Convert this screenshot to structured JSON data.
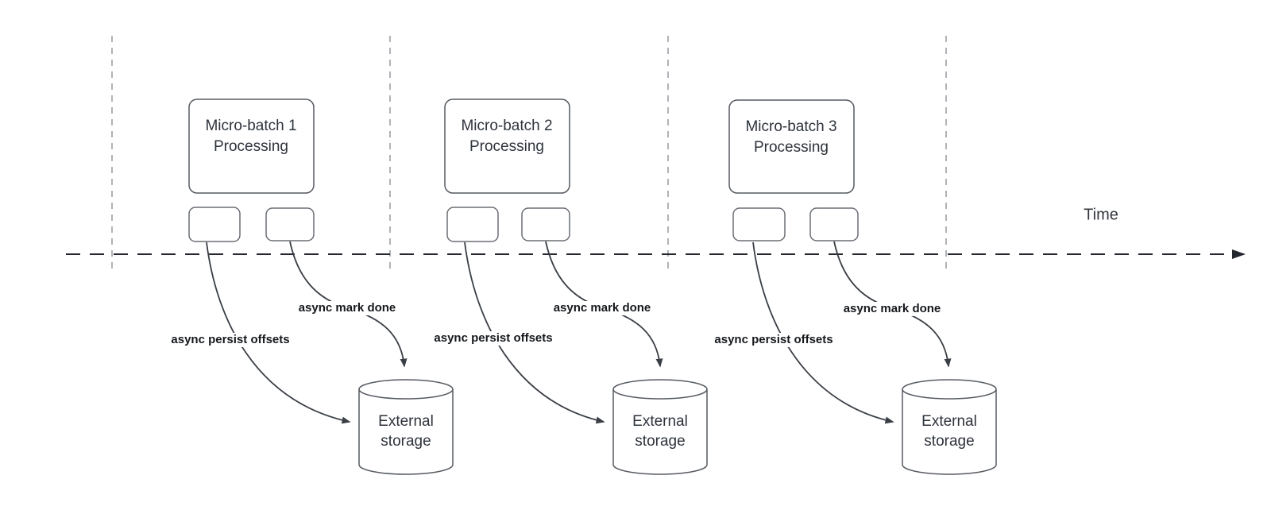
{
  "diagram": {
    "time_label": "Time",
    "colors": {
      "background": "#ffffff",
      "guide_line": "#b0b3b7",
      "axis_line": "#24282e",
      "shape_stroke": "#565b61",
      "arrow_stroke": "#3a3f46",
      "node_text": "#2e333b",
      "edge_label_text": "#15181c"
    },
    "groups": [
      {
        "title_line1": "Micro-batch 1",
        "title_line2": "Processing",
        "persist_label": "async persist offsets",
        "done_label": "async mark done",
        "storage_line1": "External",
        "storage_line2": "storage"
      },
      {
        "title_line1": "Micro-batch 2",
        "title_line2": "Processing",
        "persist_label": "async persist offsets",
        "done_label": "async mark done",
        "storage_line1": "External",
        "storage_line2": "storage"
      },
      {
        "title_line1": "Micro-batch 3",
        "title_line2": "Processing",
        "persist_label": "async persist offsets",
        "done_label": "async mark done",
        "storage_line1": "External",
        "storage_line2": "storage"
      }
    ]
  }
}
